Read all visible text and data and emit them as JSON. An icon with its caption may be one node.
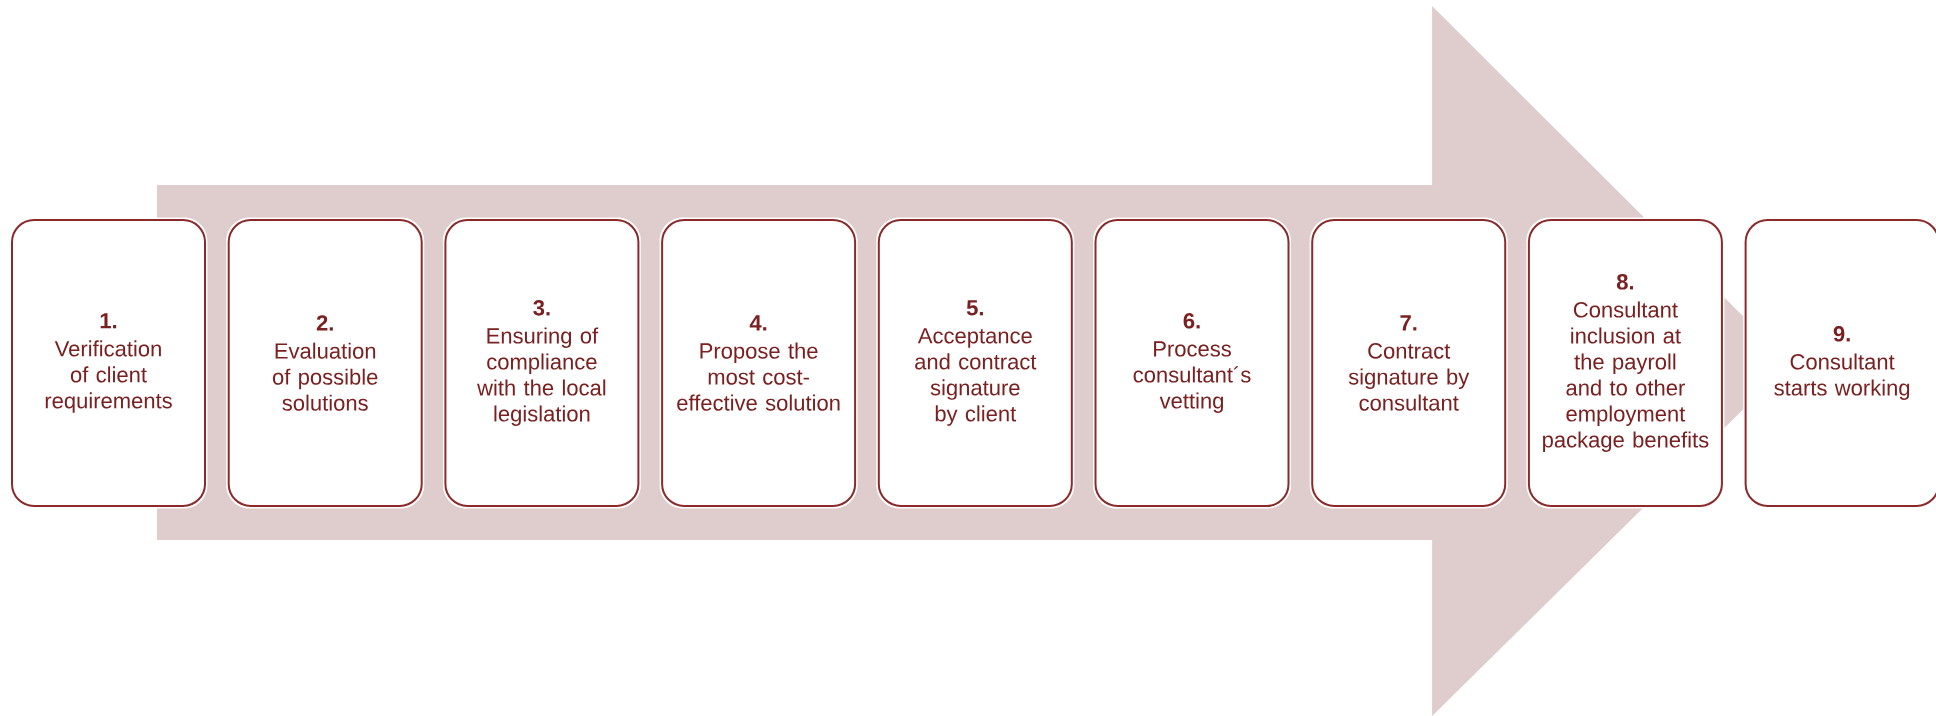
{
  "diagram": {
    "nodes": [
      {
        "text": [
          "1.",
          "Verification of client requirements"
        ]
      },
      {
        "text": [
          "2.",
          "Evaluation of possible solutions"
        ]
      },
      {
        "text": [
          "3.",
          "Ensuring of compliance with the local legislation"
        ]
      },
      {
        "text": [
          "4.",
          "Propose the most cost-effective solution"
        ]
      },
      {
        "text": [
          "5.",
          "Acceptance and contract signature by client"
        ]
      },
      {
        "text": [
          "6.",
          "Process consultant´s vetting"
        ]
      },
      {
        "text": [
          "7.",
          "Contract signature by consultant"
        ]
      },
      {
        "text": [
          "8.",
          "Consultant inclusion at the payroll and to other employment package benefits"
        ]
      },
      {
        "text": [
          "9.",
          "Consultant starts working"
        ]
      }
    ],
    "edges": [
      {
        "from": 0,
        "to": 8,
        "arrow": "to"
      }
    ]
  }
}
